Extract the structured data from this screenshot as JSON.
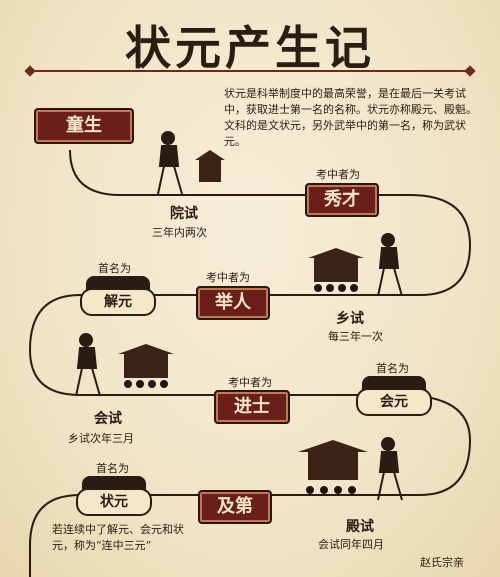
{
  "title": "状元产生记",
  "intro": "状元是科举制度中的最高荣誉，是在最后一关考试中，获取进士第一名的名称。状元亦称殿元、殿魁。文科的是文状元，另外武举中的第一名，称为武状元。",
  "stages": {
    "tongsheng": "童生",
    "xiucai": "秀才",
    "juren": "举人",
    "jinshi": "进士",
    "jidi": "及第"
  },
  "captions": {
    "yuanshi": "院试",
    "yuanshi_sub": "三年内两次",
    "xiangshi": "乡试",
    "xiangshi_sub": "每三年一次",
    "huishi": "会试",
    "huishi_sub": "乡试次年三月",
    "dianshi": "殿试",
    "dianshi_sub": "会试同年四月"
  },
  "passers_label": "考中者为",
  "firsts_label": "首名为",
  "seals": {
    "jieyuan": "解元",
    "huiyuan": "会元",
    "zhuangyuan": "状元"
  },
  "footnote": "若连续中了解元、会元和状元，称为“连中三元”",
  "watermark": "赵氏宗亲"
}
